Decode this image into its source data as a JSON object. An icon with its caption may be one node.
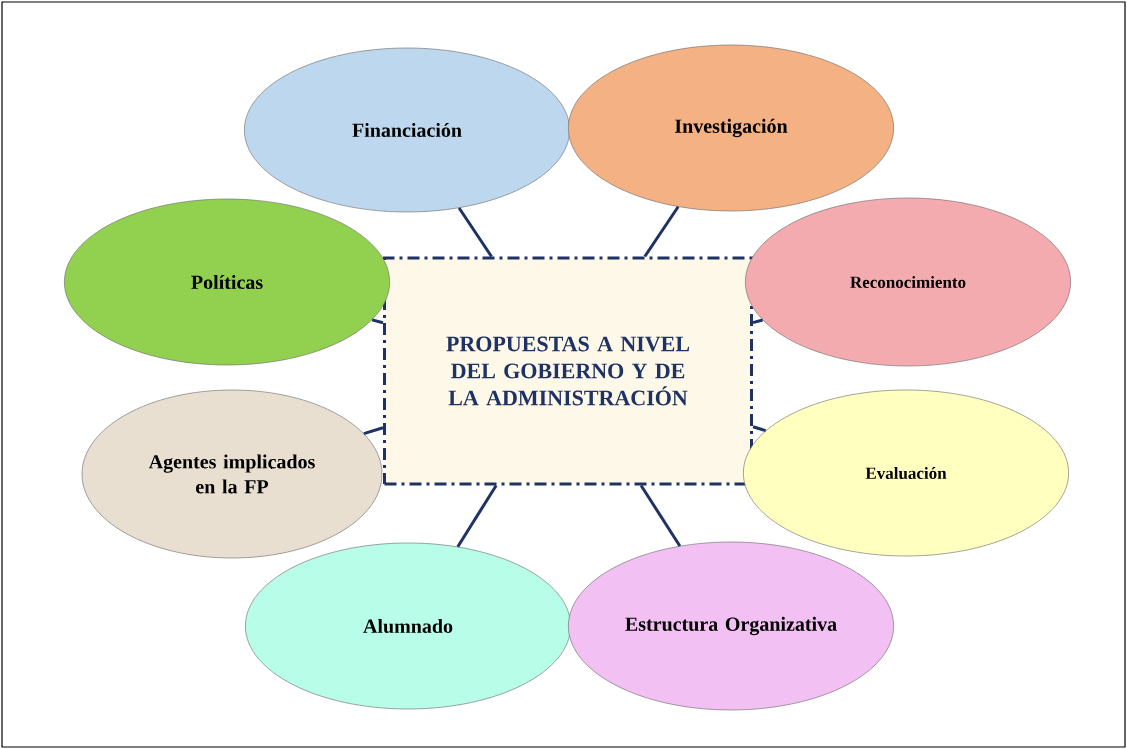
{
  "diagram": {
    "nodes": [
      {
        "text": [
          "PROPUESTAS A NIVEL DEL GOBIERNO Y DE LA ADMINISTRACIÓN"
        ]
      },
      {
        "text": [
          "Financiación"
        ]
      },
      {
        "text": [
          "Investigación"
        ]
      },
      {
        "text": [
          "Políticas"
        ]
      },
      {
        "text": [
          "Reconocimiento"
        ]
      },
      {
        "text": [
          "Agentes implicados en la FP"
        ]
      },
      {
        "text": [
          "Evaluación"
        ]
      },
      {
        "text": [
          "Alumnado"
        ]
      },
      {
        "text": [
          "Estructura Organizativa"
        ]
      }
    ],
    "edges": [
      {
        "from": 0,
        "to": 1,
        "arrow": "none"
      },
      {
        "from": 0,
        "to": 2,
        "arrow": "none"
      },
      {
        "from": 0,
        "to": 3,
        "arrow": "none"
      },
      {
        "from": 0,
        "to": 4,
        "arrow": "none"
      },
      {
        "from": 0,
        "to": 5,
        "arrow": "none"
      },
      {
        "from": 0,
        "to": 6,
        "arrow": "none"
      },
      {
        "from": 0,
        "to": 7,
        "arrow": "none"
      },
      {
        "from": 0,
        "to": 8,
        "arrow": "none"
      }
    ]
  }
}
